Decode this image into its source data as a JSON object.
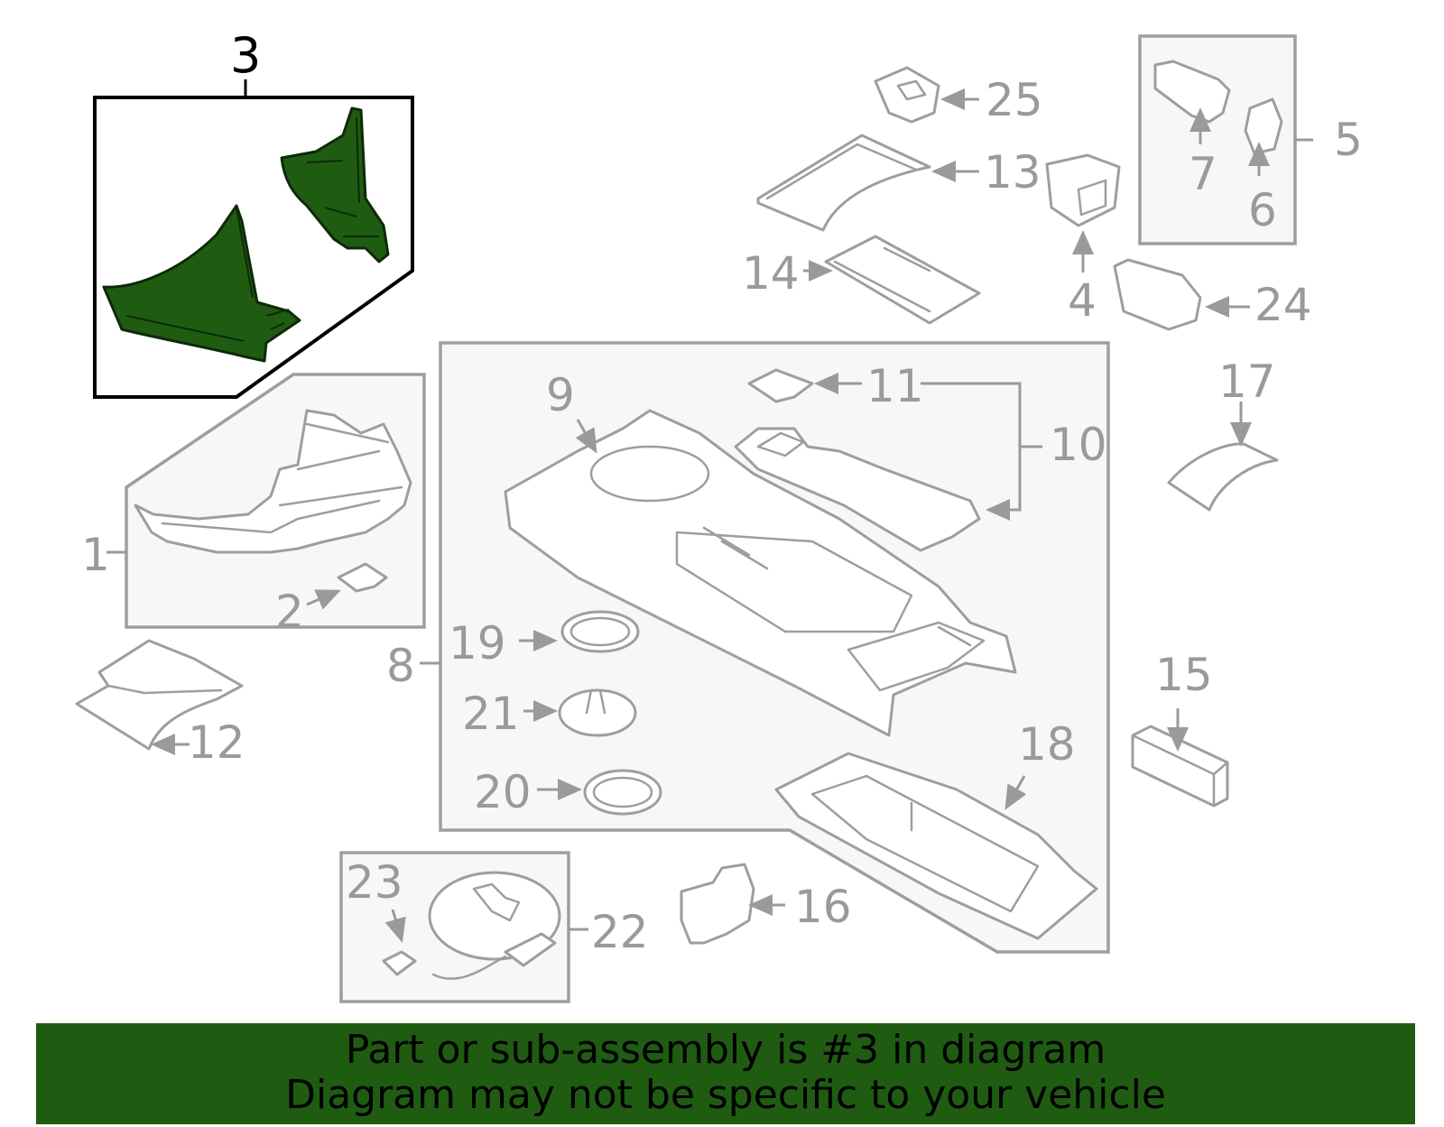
{
  "diagram": {
    "highlight_color": "#1f5c12",
    "line_color": "#9e9e9e",
    "callouts": [
      "1",
      "2",
      "3",
      "4",
      "5",
      "6",
      "7",
      "8",
      "9",
      "10",
      "11",
      "12",
      "13",
      "14",
      "15",
      "16",
      "17",
      "18",
      "19",
      "20",
      "21",
      "22",
      "23",
      "24",
      "25"
    ]
  },
  "banner": {
    "background": "#1f5c12",
    "line1": "Part or sub-assembly is #3 in diagram",
    "line2": "Diagram may not be specific to your vehicle"
  }
}
